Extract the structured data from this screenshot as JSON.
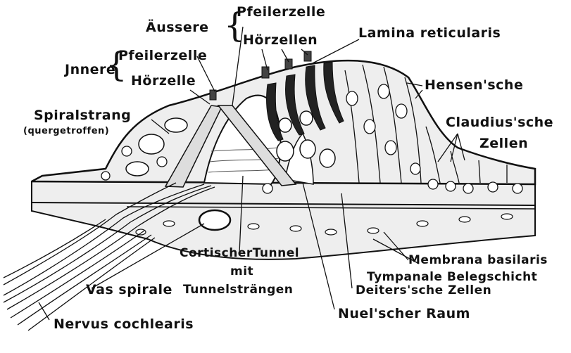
{
  "figure": {
    "colors": {
      "ink": "#111111",
      "tissue": "#eeeeee",
      "background": "#ffffff"
    },
    "labels": {
      "aussere": "Äussere",
      "pfeilerzelle_outer": "Pfeilerzelle",
      "hoerzellen": "Hörzellen",
      "lamina_reticularis": "Lamina reticularis",
      "innere": "Jnnere",
      "pfeilerzelle_inner": "Pfeilerzelle",
      "hoerzelle": "Hörzelle",
      "hensensche": "Hensen'sche",
      "spiralstrang": "Spiralstrang",
      "quergetroffen": "(quergetroffen)",
      "claudius_1": "Claudius'sche",
      "claudius_2": "Zellen",
      "cortischer_tunnel_1": "CortischerTunnel",
      "cortischer_tunnel_2": "mit",
      "cortischer_tunnel_3": "Tunnelsträngen",
      "membrana_basilaris": "Membrana basilaris",
      "tympanale_belegschicht": "Tympanale Belegschicht",
      "vas_spirale": "Vas spirale",
      "deiterssche_zellen": "Deiters'sche Zellen",
      "nuelscher_raum": "Nuel'scher Raum",
      "nervus_cochlearis": "Nervus cochlearis"
    }
  }
}
